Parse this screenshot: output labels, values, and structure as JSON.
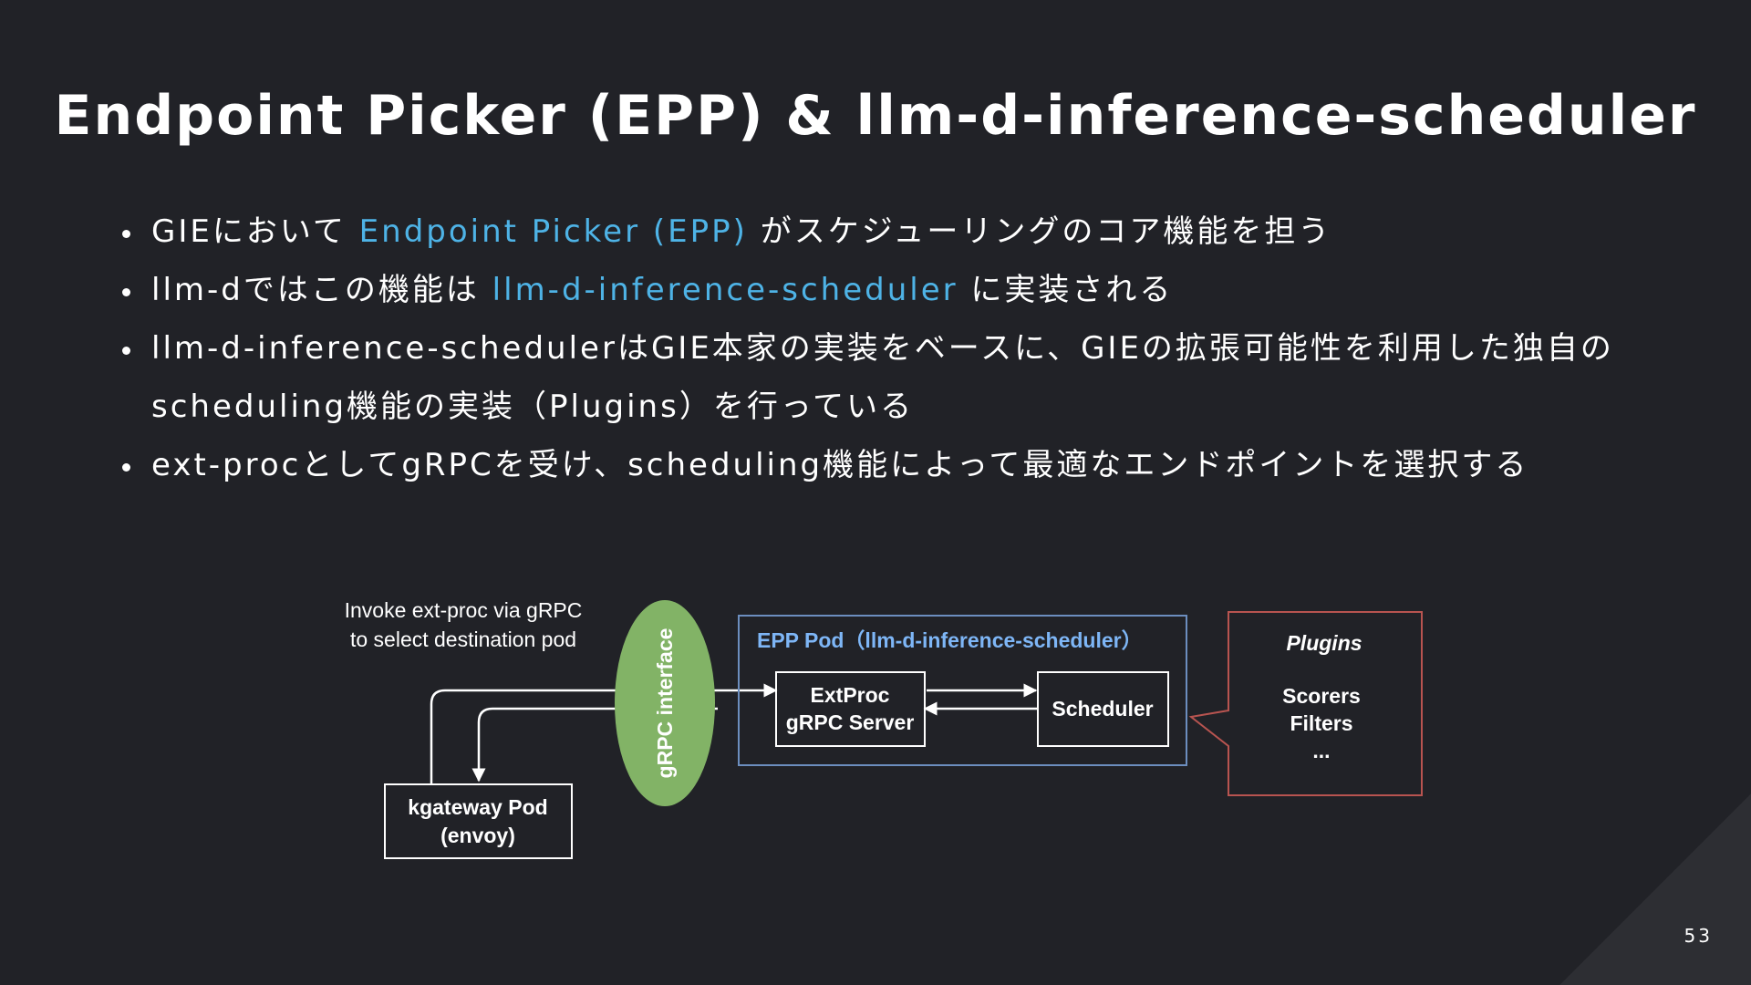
{
  "slide": {
    "title": "Endpoint Picker (EPP) & llm-d-inference-scheduler",
    "page_number": "53"
  },
  "bullets": [
    {
      "pre": "GIEにおいて ",
      "highlight": "Endpoint Picker (EPP)",
      "post": " がスケジューリングのコア機能を担う"
    },
    {
      "pre": "llm-dではこの機能は ",
      "highlight": "llm-d-inference-scheduler",
      "post": " に実装される"
    },
    {
      "pre": "llm-d-inference-schedulerはGIE本家の実装をベースに、GIEの拡張可能性を利用した独自のscheduling機能の実装（Plugins）を行っている",
      "highlight": "",
      "post": ""
    },
    {
      "pre": "ext-procとしてgRPCを受け、scheduling機能によって最適なエンドポイントを選択する",
      "highlight": "",
      "post": ""
    }
  ],
  "diagram": {
    "annotation_line1": "Invoke ext-proc via gRPC",
    "annotation_line2": "to select destination pod",
    "grpc_interface_label": "gRPC interface",
    "epp_pod_label": "EPP Pod（llm-d-inference-scheduler）",
    "extproc_line1": "ExtProc",
    "extproc_line2": "gRPC Server",
    "scheduler_label": "Scheduler",
    "kgateway_line1": "kgateway Pod",
    "kgateway_line2": "(envoy)",
    "plugins_title": "Plugins",
    "plugins_item1": "Scorers",
    "plugins_item2": "Filters",
    "plugins_item3": "..."
  },
  "colors": {
    "background": "#212227",
    "highlight": "#4eb3e6",
    "grpc_ellipse": "#82b366",
    "epp_border": "#6c8ebf",
    "epp_label": "#7eb6f6",
    "plugins_border": "#b85450"
  }
}
